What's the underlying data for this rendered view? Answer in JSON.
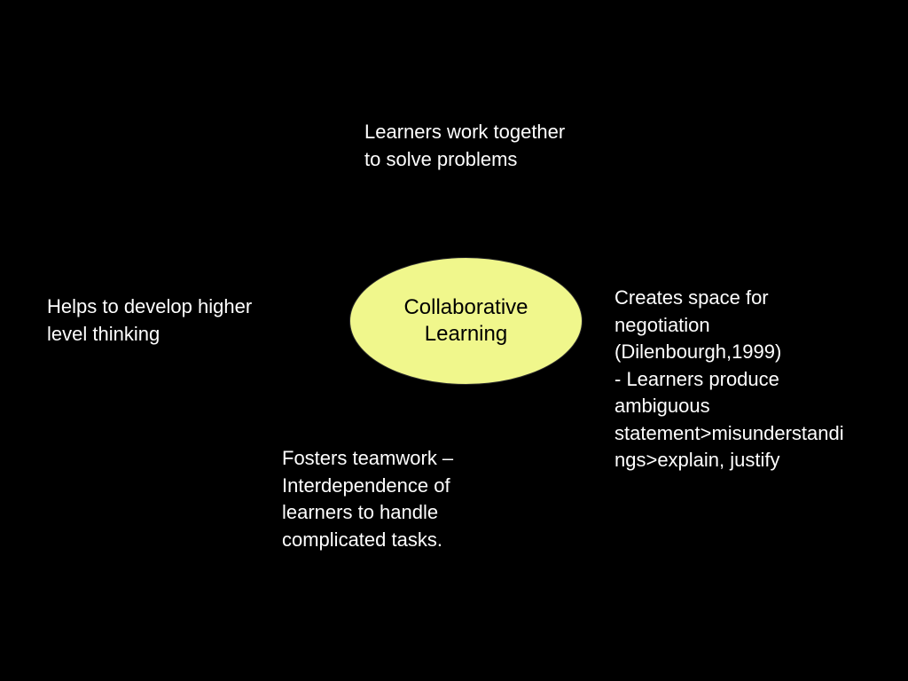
{
  "diagram": {
    "center": {
      "label": "Collaborative\nLearning",
      "fill_color": "#f0f78c"
    },
    "notes": {
      "top": "Learners work together\nto solve problems",
      "left": "Helps to develop higher\n level thinking",
      "right": "Creates space for\nnegotiation\n(Dilenbourgh,1999)\n- Learners produce\nambiguous\nstatement>misunderstandi\nngs>explain, justify",
      "bottom": "Fosters teamwork –\nInterdependence of\nlearners to handle\ncomplicated tasks."
    },
    "background_color": "#000000",
    "text_color": "#ffffff"
  }
}
